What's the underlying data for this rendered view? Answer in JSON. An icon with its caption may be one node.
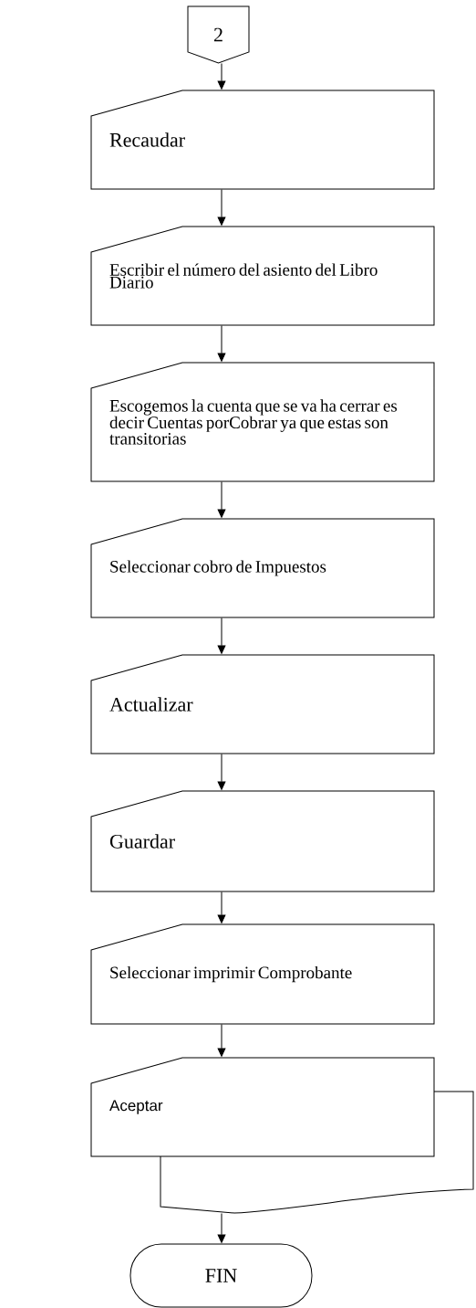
{
  "diagram": {
    "nodes": [
      {
        "text": [
          "2"
        ]
      },
      {
        "text": [
          "Recaudar"
        ]
      },
      {
        "text": [
          "Escribir el número del asiento del Libro Diario"
        ]
      },
      {
        "text": [
          "Escogemos la cuenta que se va ha cerrar es decir Cuentas porCobrar ya que estas son transitorias"
        ]
      },
      {
        "text": [
          "Seleccionar cobro de Impuestos"
        ]
      },
      {
        "text": [
          "Actualizar"
        ]
      },
      {
        "text": [
          "Guardar"
        ]
      },
      {
        "text": [
          "Seleccionar imprimir Comprobante"
        ]
      },
      {
        "text": [
          "Aceptar"
        ]
      },
      {
        "text": [],
        "shape": "document"
      },
      {
        "text": [
          "FIN"
        ]
      }
    ],
    "edges": [
      {
        "from": 0,
        "to": 1,
        "arrow": "to"
      },
      {
        "from": 1,
        "to": 2,
        "arrow": "to"
      },
      {
        "from": 2,
        "to": 3,
        "arrow": "to"
      },
      {
        "from": 3,
        "to": 4,
        "arrow": "to"
      },
      {
        "from": 4,
        "to": 5,
        "arrow": "to"
      },
      {
        "from": 5,
        "to": 6,
        "arrow": "to"
      },
      {
        "from": 6,
        "to": 7,
        "arrow": "to"
      },
      {
        "from": 7,
        "to": 8,
        "arrow": "to"
      },
      {
        "from": 9,
        "to": 10,
        "arrow": "to"
      }
    ]
  }
}
